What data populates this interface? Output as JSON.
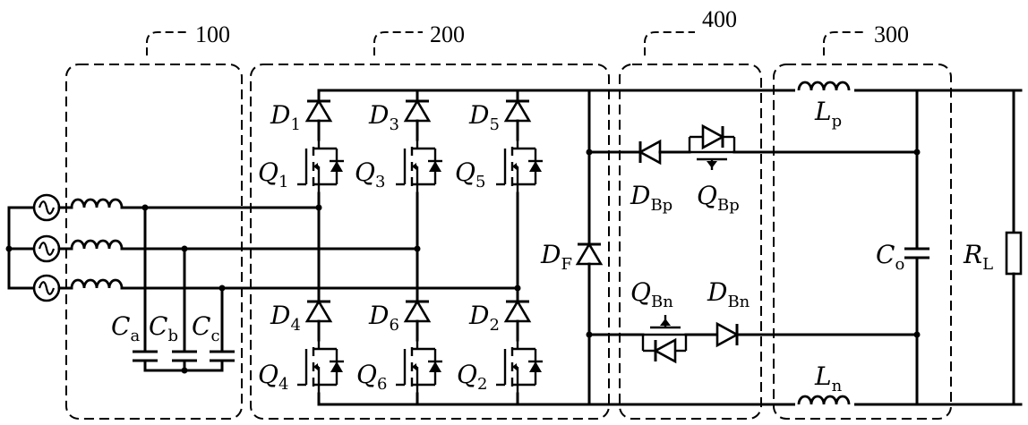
{
  "blocks": [
    {
      "id": "100",
      "label": "100"
    },
    {
      "id": "200",
      "label": "200"
    },
    {
      "id": "400",
      "label": "400"
    },
    {
      "id": "300",
      "label": "300"
    }
  ],
  "labels": {
    "D1": {
      "main": "D",
      "sub": "1"
    },
    "D3": {
      "main": "D",
      "sub": "3"
    },
    "D5": {
      "main": "D",
      "sub": "5"
    },
    "D4": {
      "main": "D",
      "sub": "4"
    },
    "D6": {
      "main": "D",
      "sub": "6"
    },
    "D2": {
      "main": "D",
      "sub": "2"
    },
    "Q1": {
      "main": "Q",
      "sub": "1"
    },
    "Q3": {
      "main": "Q",
      "sub": "3"
    },
    "Q5": {
      "main": "Q",
      "sub": "5"
    },
    "Q4": {
      "main": "Q",
      "sub": "4"
    },
    "Q6": {
      "main": "Q",
      "sub": "6"
    },
    "Q2": {
      "main": "Q",
      "sub": "2"
    },
    "Ca": {
      "main": "C",
      "sub": "a"
    },
    "Cb": {
      "main": "C",
      "sub": "b"
    },
    "Cc": {
      "main": "C",
      "sub": "c"
    },
    "DF": {
      "main": "D",
      "sub": "F"
    },
    "DBp": {
      "main": "D",
      "sub": "Bp"
    },
    "QBp": {
      "main": "Q",
      "sub": "Bp"
    },
    "QBn": {
      "main": "Q",
      "sub": "Bn"
    },
    "DBn": {
      "main": "D",
      "sub": "Bn"
    },
    "Lp": {
      "main": "L",
      "sub": "p"
    },
    "Ln": {
      "main": "L",
      "sub": "n"
    },
    "Co": {
      "main": "C",
      "sub": "o"
    },
    "RL": {
      "main": "R",
      "sub": "L"
    }
  }
}
